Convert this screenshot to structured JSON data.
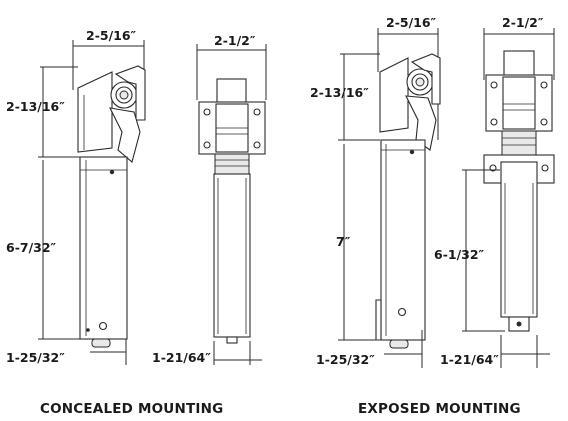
{
  "concealed": {
    "caption": "CONCEALED MOUNTING",
    "side": {
      "width": "2-5/16″",
      "arm_height": "2-13/16″",
      "body_height": "6-7/32″",
      "bottom": "1-25/32″"
    },
    "front": {
      "width": "2-1/2″",
      "bottom": "1-21/64″"
    }
  },
  "exposed": {
    "caption": "EXPOSED MOUNTING",
    "side": {
      "width": "2-5/16″",
      "arm_height": "2-13/16″",
      "body_height": "7″",
      "bottom": "1-25/32″"
    },
    "front": {
      "width": "2-1/2″",
      "body_height": "6-1/32″",
      "bottom": "1-21/64″"
    }
  }
}
